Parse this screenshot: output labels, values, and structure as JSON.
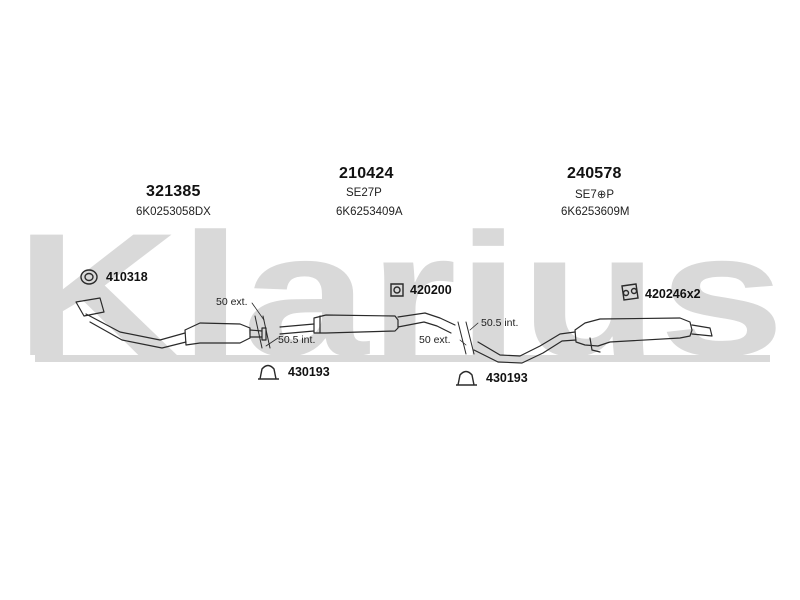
{
  "watermark": {
    "text": "Klarius"
  },
  "parts": [
    {
      "number": "321385",
      "code": "",
      "ref": "6K0253058DX"
    },
    {
      "number": "210424",
      "code": "SE27P",
      "ref": "6K6253409A"
    },
    {
      "number": "240578",
      "code": "SE7⊕P",
      "ref": "6K6253609M"
    }
  ],
  "accessories": [
    {
      "number": "410318",
      "icon": "gasket-ring-icon"
    },
    {
      "number": "420200",
      "icon": "rubber-hanger-icon"
    },
    {
      "number": "420246x2",
      "icon": "rubber-mount-icon"
    },
    {
      "number": "430193",
      "icon": "pipe-clamp-icon"
    },
    {
      "number": "430193",
      "icon": "pipe-clamp-icon"
    }
  ],
  "dimensions": [
    {
      "text": "50 ext."
    },
    {
      "text": "50.5 int."
    },
    {
      "text": "50.5 int."
    },
    {
      "text": "50 ext."
    }
  ],
  "colors": {
    "watermark": "#d9d9d9",
    "line": "#2a2a2a"
  }
}
